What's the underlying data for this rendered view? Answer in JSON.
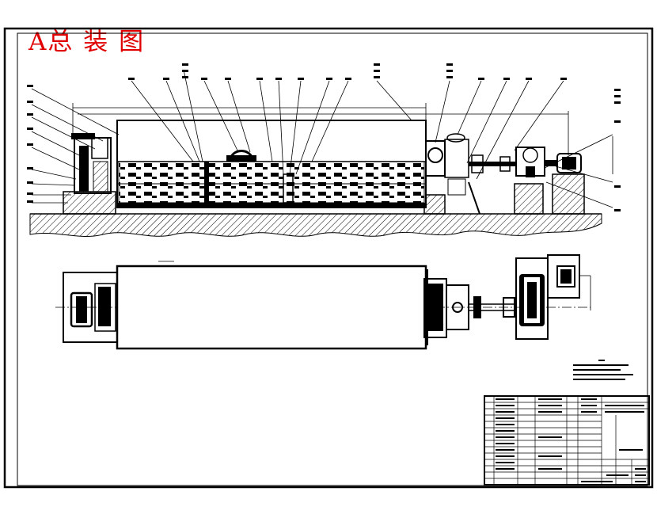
{
  "drawing": {
    "title": "A总 装 图",
    "title_color": "#e00000",
    "line_color": "#000000",
    "background": "#ffffff"
  },
  "views": [
    "front-elevation-view",
    "plan-view",
    "technical-notes",
    "title-block-parts-list"
  ]
}
